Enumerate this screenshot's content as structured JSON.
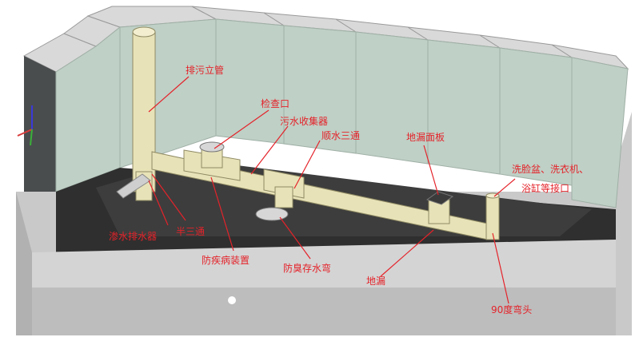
{
  "labels": {
    "drain_stack": "排污立管",
    "cleanout": "检查口",
    "sewage_collector": "污水收集器",
    "sanitary_tee": "顺水三通",
    "floor_drain_plate": "地漏面板",
    "fixture_connection": [
      "洗脸盆、洗衣机、",
      "浴缸等接口"
    ],
    "seepage_drain": "渗水排水器",
    "half_tee": "半三通",
    "anti_epidemic_device": "防疾病装置",
    "odor_trap": "防臭存水弯",
    "floor_drain": "地漏",
    "elbow_90": "90度弯头"
  },
  "colors": {
    "label": "#e4232a",
    "pipe": "#e8e2b8",
    "wall_tile": "#bfd0c6",
    "wall_top": "#d9d9d9",
    "floor": "#d4d4d4",
    "cavity": "#2f2f2f"
  },
  "icons": [
    "axis-triad-icon"
  ]
}
